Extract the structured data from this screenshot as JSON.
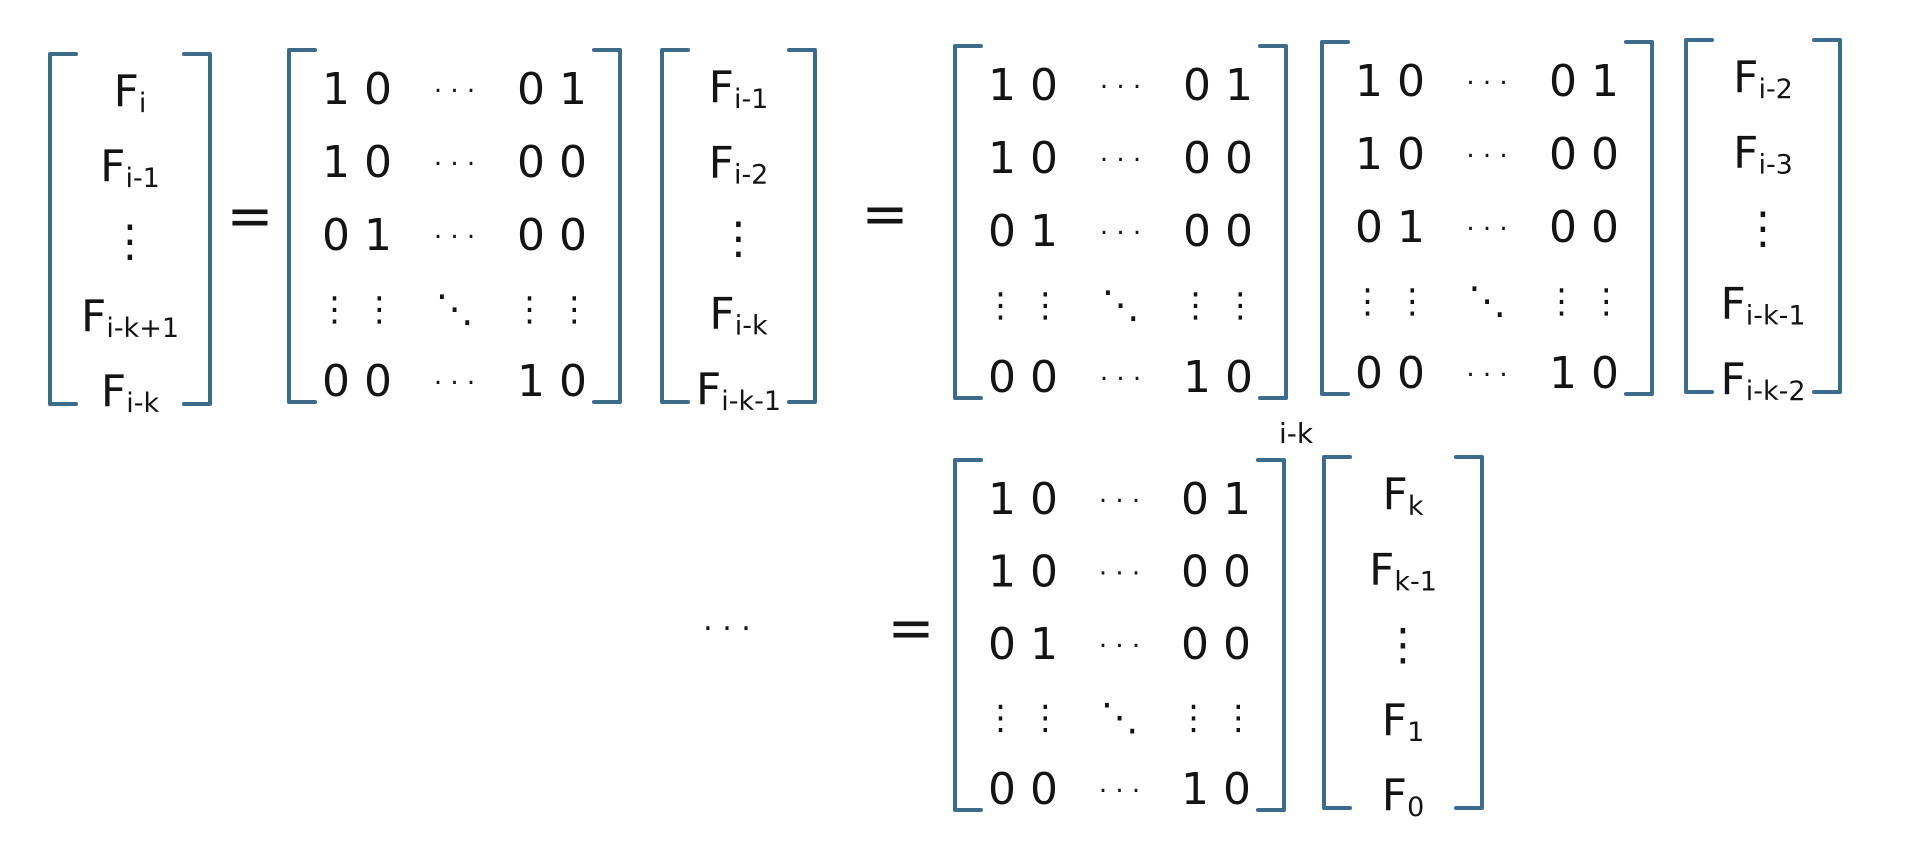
{
  "colors": {
    "bracket": "#3d6b8a",
    "ink": "#141414"
  },
  "equals": "=",
  "ellipsis": "· · ·",
  "row1": {
    "lhs": [
      "Fi",
      "Fi-1",
      "⋮",
      "Fi-k+1",
      "Fi-k"
    ],
    "v1": [
      "Fi-1",
      "Fi-2",
      "⋮",
      "Fi-k",
      "Fi-k-1"
    ],
    "v2": [
      "Fi-2",
      "Fi-3",
      "⋮",
      "Fi-k-1",
      "Fi-k-2"
    ]
  },
  "row2": {
    "exponent": "i-k",
    "v3": [
      "Fk",
      "Fk-1",
      "⋮",
      "F1",
      "F0"
    ]
  },
  "matrix": {
    "rows": [
      [
        "1 0",
        "· · ·",
        "0 1"
      ],
      [
        "1 0",
        "· · ·",
        "0 0"
      ],
      [
        "0 1",
        "· · ·",
        "0 0"
      ],
      [
        "⋮ ⋮",
        "⋱",
        "⋮ ⋮"
      ],
      [
        "0 0",
        "· · ·",
        "1 0"
      ]
    ]
  }
}
